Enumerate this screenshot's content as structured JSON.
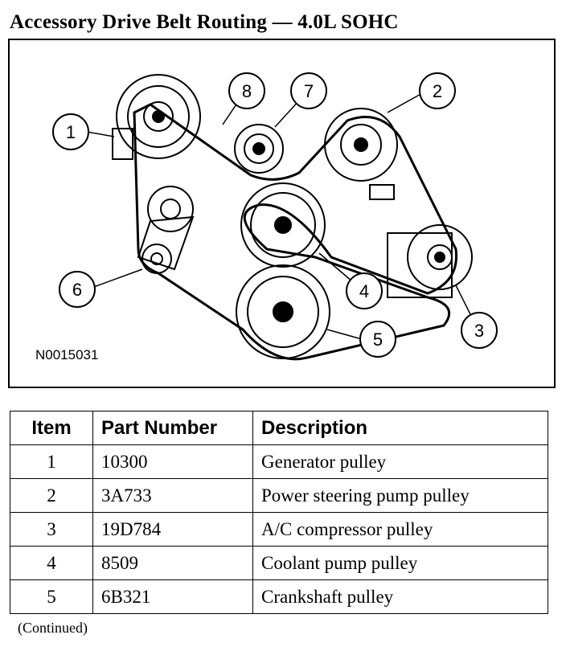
{
  "title": "Accessory Drive Belt Routing — 4.0L SOHC",
  "figure": {
    "id": "N0015031",
    "callouts": [
      "1",
      "2",
      "3",
      "4",
      "5",
      "6",
      "7",
      "8"
    ]
  },
  "table": {
    "headers": [
      "Item",
      "Part Number",
      "Description"
    ],
    "rows": [
      {
        "item": "1",
        "part": "10300",
        "desc": "Generator pulley"
      },
      {
        "item": "2",
        "part": "3A733",
        "desc": "Power steering pump pulley"
      },
      {
        "item": "3",
        "part": "19D784",
        "desc": "A/C compressor pulley"
      },
      {
        "item": "4",
        "part": "8509",
        "desc": "Coolant pump pulley"
      },
      {
        "item": "5",
        "part": "6B321",
        "desc": "Crankshaft pulley"
      }
    ]
  },
  "footer": "(Continued)"
}
